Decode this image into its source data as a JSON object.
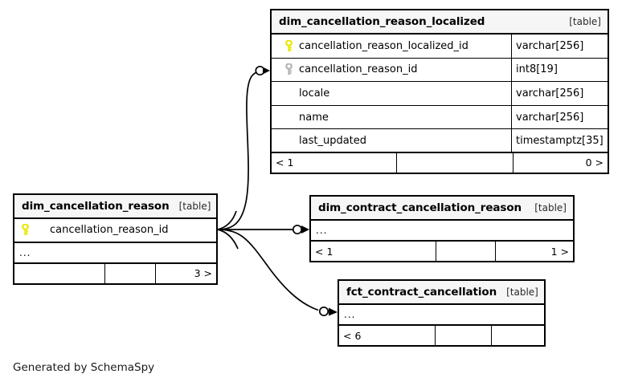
{
  "diagram": {
    "title": "SchemaSpy entity relationship diagram",
    "credit": "Generated by SchemaSpy",
    "colors": {
      "background": "#ffffff",
      "table_border": "#000000",
      "header_fill": "#f6f6f6",
      "primary_key": "#e8e800",
      "foreign_key": "#b3b3b3",
      "edge": "#000000"
    },
    "ellipsis_label": "...",
    "table_kind_label": "[table]"
  },
  "tables": [
    {
      "id": "dim_cancellation_reason_localized",
      "name": "dim_cancellation_reason_localized",
      "kind": "[table]",
      "columns": [
        {
          "key": "primary-key-icon",
          "name": "cancellation_reason_localized_id",
          "type": "varchar[256]"
        },
        {
          "key": "foreign-key-icon",
          "name": "cancellation_reason_id",
          "type": "int8[19]"
        },
        {
          "key": "none",
          "name": "locale",
          "type": "varchar[256]"
        },
        {
          "key": "none",
          "name": "name",
          "type": "varchar[256]"
        },
        {
          "key": "none",
          "name": "last_updated",
          "type": "timestamptz[35]"
        }
      ],
      "has_ellipsis_row": false,
      "footer": {
        "left": "< 1",
        "middle": "",
        "right": "0 >"
      }
    },
    {
      "id": "dim_cancellation_reason",
      "name": "dim_cancellation_reason",
      "kind": "[table]",
      "columns": [
        {
          "key": "primary-key-icon",
          "name": "cancellation_reason_id",
          "type": ""
        }
      ],
      "has_ellipsis_row": true,
      "footer": {
        "left": "",
        "middle": "",
        "right": "3 >"
      }
    },
    {
      "id": "dim_contract_cancellation_reason",
      "name": "dim_contract_cancellation_reason",
      "kind": "[table]",
      "columns": [],
      "has_ellipsis_row": true,
      "footer": {
        "left": "< 1",
        "middle": "",
        "right": "1 >"
      }
    },
    {
      "id": "fct_contract_cancellation",
      "name": "fct_contract_cancellation",
      "kind": "[table]",
      "columns": [],
      "has_ellipsis_row": true,
      "footer": {
        "left": "< 6",
        "middle": "",
        "right": ""
      }
    }
  ],
  "relationships": [
    {
      "from": "dim_cancellation_reason",
      "to": "dim_cancellation_reason_localized"
    },
    {
      "from": "dim_cancellation_reason",
      "to": "dim_contract_cancellation_reason"
    },
    {
      "from": "dim_cancellation_reason",
      "to": "fct_contract_cancellation"
    }
  ]
}
